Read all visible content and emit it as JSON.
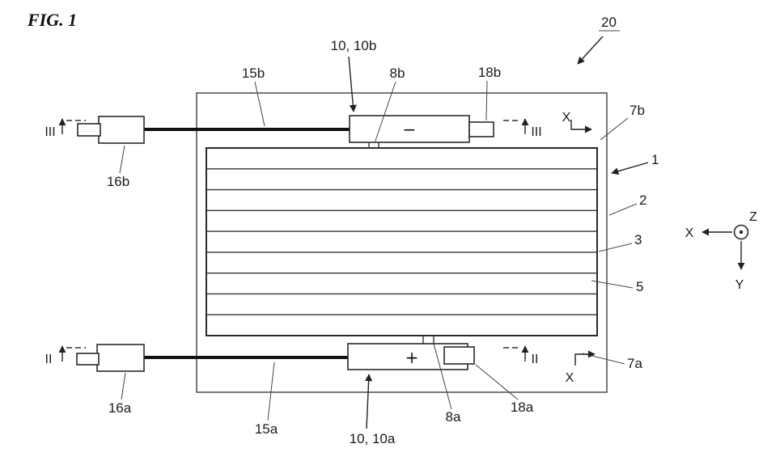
{
  "figure": {
    "title": "FIG. 1",
    "ref": "20"
  },
  "terminals": {
    "negative_sign": "−",
    "positive_sign": "+"
  },
  "labels": {
    "n10b": "10, 10b",
    "n15b": "15b",
    "n8b": "8b",
    "n18b": "18b",
    "n7b": "7b",
    "n1": "1",
    "n2": "2",
    "n3": "3",
    "n5": "5",
    "n7a": "7a",
    "n16b": "16b",
    "n16a": "16a",
    "n15a": "15a",
    "n10a": "10, 10a",
    "n8a": "8a",
    "n18a": "18a"
  },
  "sections": {
    "iii_left": "III",
    "iii_right": "III",
    "ii_left": "II",
    "ii_right": "II"
  },
  "axes": {
    "x_marker_top": "X",
    "x_marker_bottom": "X",
    "x": "X",
    "y": "Y",
    "z": "Z"
  }
}
